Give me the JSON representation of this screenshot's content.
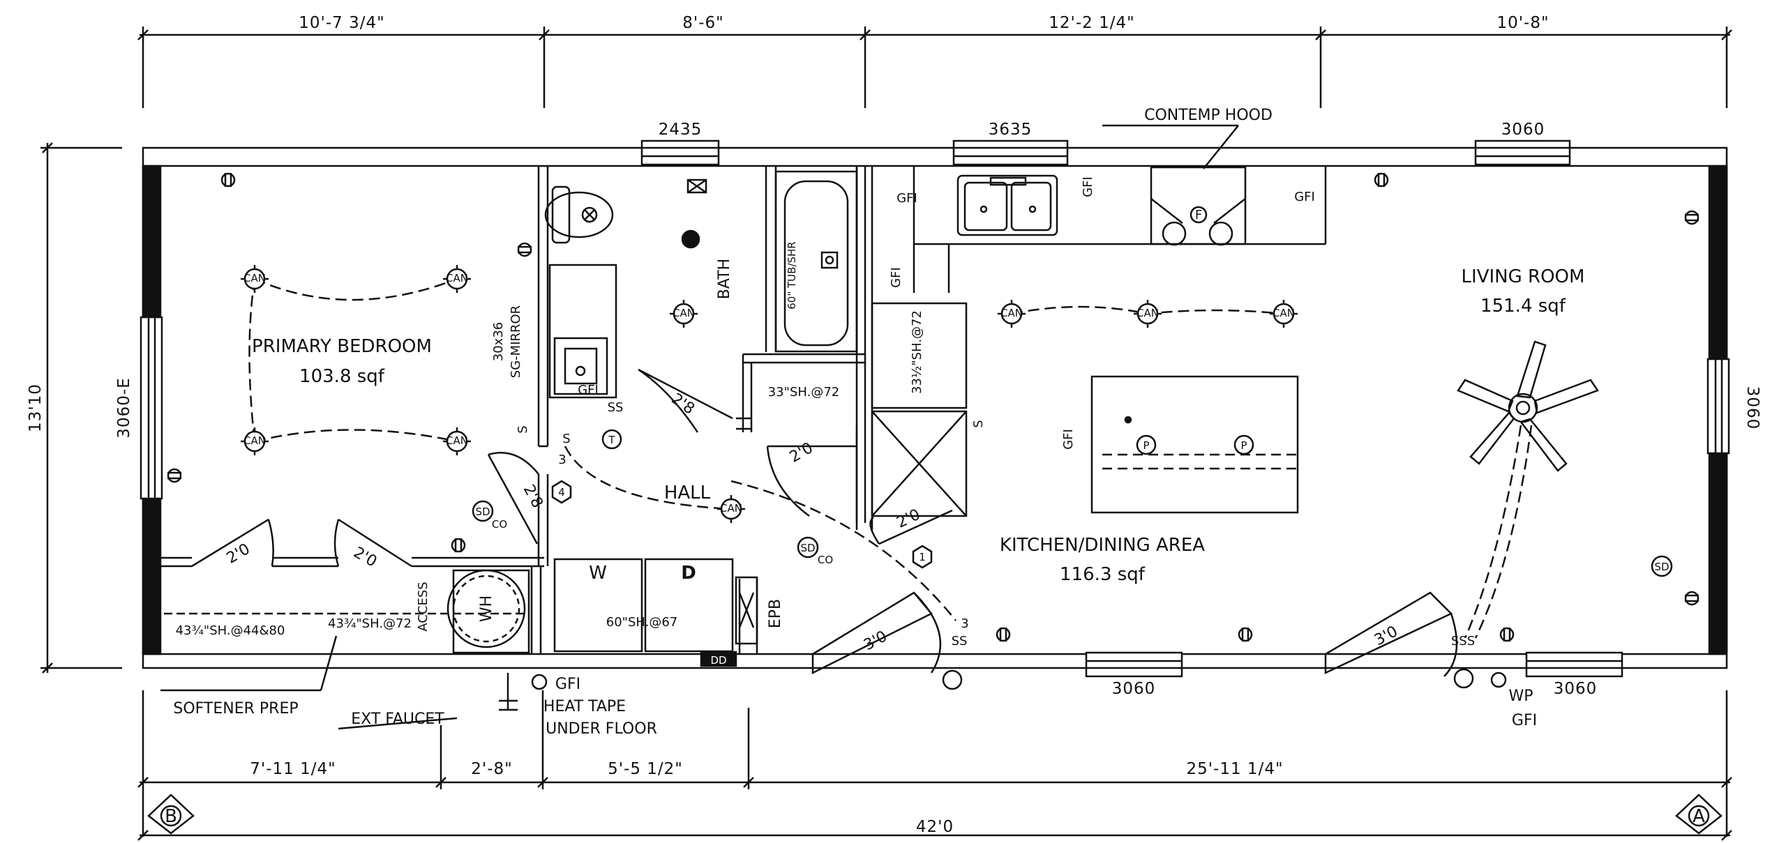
{
  "dimensions": {
    "top": [
      "10'-7 3/4\"",
      "8'-6\"",
      "12'-2 1/4\"",
      "10'-8\""
    ],
    "bottom": [
      "7'-11 1/4\"",
      "2'-8\"",
      "5'-5 1/2\"",
      "25'-11 1/4\""
    ],
    "overall_length": "42'0",
    "overall_width": "13'10"
  },
  "windows": {
    "top_bath": "2435",
    "top_kitchen": "3635",
    "top_living": "3060",
    "left": "3060-E",
    "right": "3060",
    "bottom_kitchen": "3060",
    "bottom_living": "3060"
  },
  "rooms": {
    "primary_bedroom": {
      "name": "PRIMARY BEDROOM",
      "area": "103.8 sqf"
    },
    "living_room": {
      "name": "LIVING ROOM",
      "area": "151.4 sqf"
    },
    "kitchen": {
      "name": "KITCHEN/DINING AREA",
      "area": "116.3 sqf"
    },
    "bath": "BATH",
    "hall": "HALL"
  },
  "fixtures": {
    "mirror": "30x36",
    "mirror2": "SG-MIRROR",
    "tub": "60\" TUB/SHR",
    "shelf_bath": "33\"SH.@72",
    "shelf_kitchen": "33½\"SH.@72",
    "shelf_closet1": "43¾\"SH.@44&80",
    "shelf_closet2": "43¾\"SH.@72",
    "shelf_laundry": "60\"SH.@67",
    "washer": "W",
    "dryer": "D",
    "water_heater": "WH",
    "access": "ACCESS",
    "epb": "EPB",
    "dd": "DD",
    "hood": "CONTEMP HOOD"
  },
  "doors": {
    "d_bath": "2'8",
    "d_hall": "2'0",
    "d_bed": "2'8",
    "d_closet1": "2'0",
    "d_closet2": "2'0",
    "d_pantry": "2'0",
    "d_entry1": "3'0",
    "d_entry2": "3'0"
  },
  "electrical": {
    "can": "CAN",
    "gfi": "GFI",
    "sd": "SD",
    "co": "CO",
    "s": "S",
    "ss": "SS",
    "sss": "SSS",
    "three": "3",
    "four": "4",
    "one": "1",
    "t": "T",
    "p": "P",
    "f": "F",
    "wp": "WP"
  },
  "notes": {
    "softener": "SOFTENER PREP",
    "faucet": "EXT FAUCET",
    "gfi_ext": "GFI",
    "heat_tape": "HEAT TAPE",
    "under_floor": "UNDER FLOOR",
    "wp_gfi": "GFI"
  },
  "markers": {
    "left": "B",
    "right": "A"
  }
}
